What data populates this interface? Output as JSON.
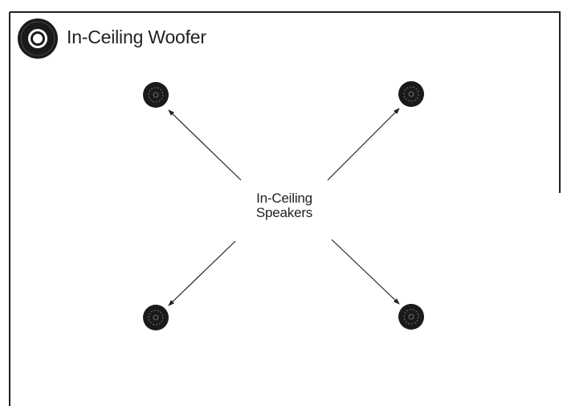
{
  "legend": {
    "woofer_label": "In-Ceiling Woofer"
  },
  "diagram": {
    "speakers_label_line1": "In-Ceiling",
    "speakers_label_line2": "Speakers",
    "speakers": [
      {
        "position": "top-left"
      },
      {
        "position": "top-right"
      },
      {
        "position": "bottom-left"
      },
      {
        "position": "bottom-right"
      }
    ]
  },
  "colors": {
    "ink": "#222222",
    "speaker_fill": "#1a1a1a",
    "background": "#ffffff"
  }
}
